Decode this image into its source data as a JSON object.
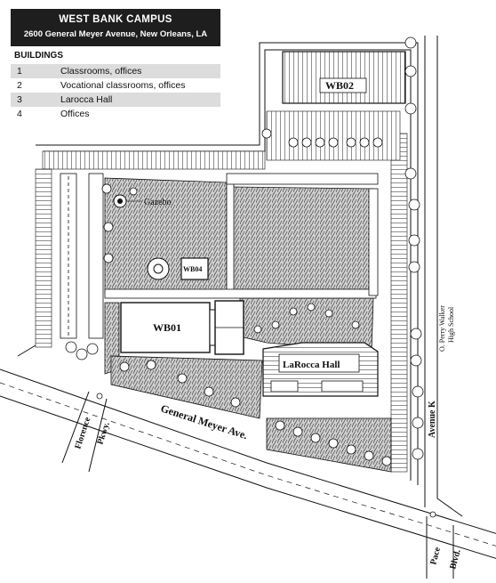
{
  "header": {
    "title": "WEST BANK CAMPUS",
    "address": "2600 General Meyer Avenue, New Orleans, LA"
  },
  "legend": {
    "heading": "BUILDINGS",
    "items": [
      {
        "number": "1",
        "name": "Classrooms, offices"
      },
      {
        "number": "2",
        "name": "Vocational classrooms, offices"
      },
      {
        "number": "3",
        "name": "Larocca Hall"
      },
      {
        "number": "4",
        "name": "Offices"
      }
    ]
  },
  "map": {
    "buildings": {
      "wb01": "WB01",
      "wb02": "WB02",
      "wb04": "WB04",
      "larocca": "LaRocca Hall"
    },
    "landmarks": {
      "gazebo": "Gazebo",
      "school_line1": "O. Perry Walker",
      "school_line2": "High School"
    },
    "streets": {
      "general_meyer": "General Meyer Ave.",
      "avenue_k": "Avenue K",
      "florence": "Florence",
      "pkwy": "Pkwy.",
      "pace": "Pace",
      "blvd": "Blvd."
    },
    "colors": {
      "grass": "#8a8a8a",
      "building": "#ffffff",
      "ink": "#111111"
    }
  }
}
